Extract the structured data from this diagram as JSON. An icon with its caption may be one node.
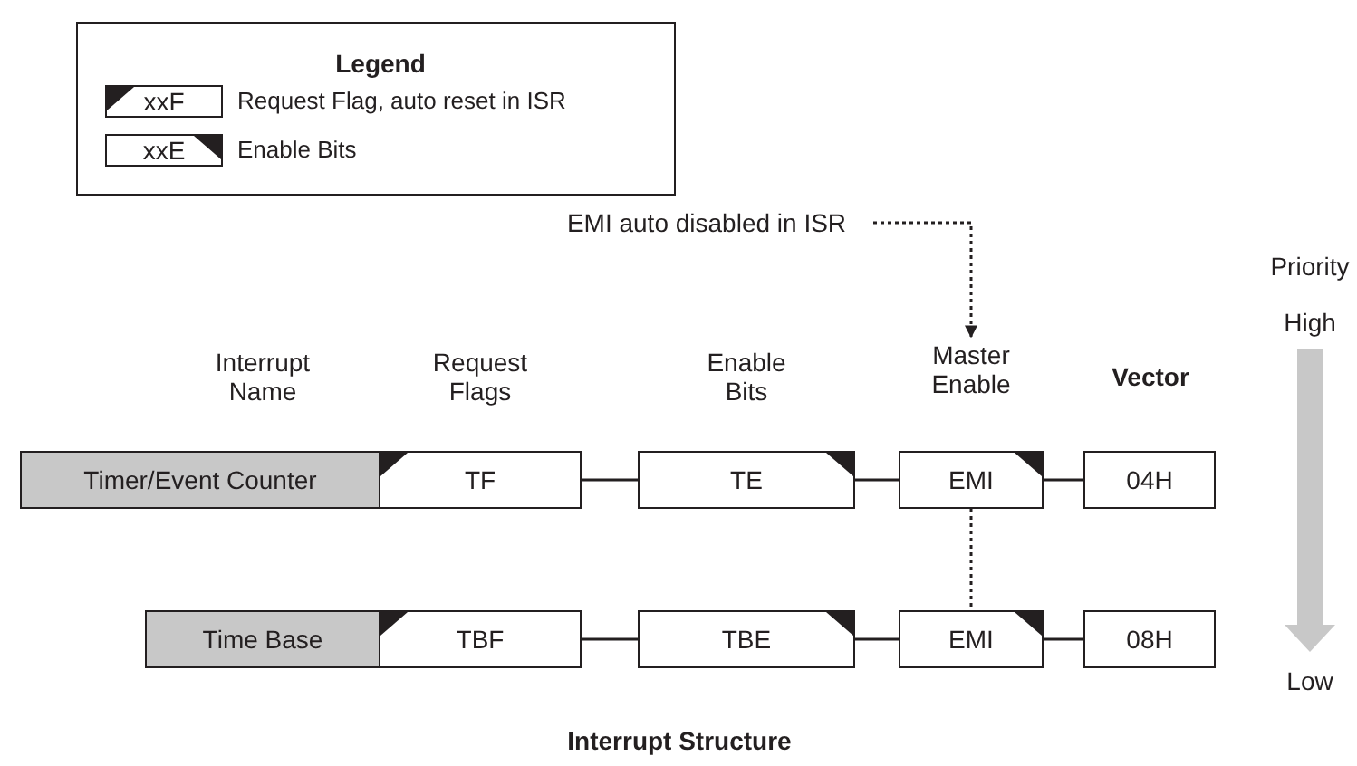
{
  "diagram": {
    "caption": "Interrupt Structure",
    "nodes": [
      {
        "text": [
          "EMI auto disabled in ISR"
        ]
      },
      {
        "text": [
          "Master Enable"
        ]
      },
      {
        "text": [
          "Timer/Event Counter"
        ]
      },
      {
        "text": [
          "TF"
        ]
      },
      {
        "text": [
          "TE"
        ]
      },
      {
        "text": [
          "EMI"
        ]
      },
      {
        "text": [
          "04H"
        ]
      },
      {
        "text": [
          "Time Base"
        ]
      },
      {
        "text": [
          "TBF"
        ]
      },
      {
        "text": [
          "TBE"
        ]
      },
      {
        "text": [
          "EMI"
        ]
      },
      {
        "text": [
          "08H"
        ]
      }
    ],
    "edges": [
      {
        "from": 0,
        "to": 1,
        "arrow": "to",
        "style": "dashed"
      },
      {
        "from": 3,
        "to": 4,
        "arrow": "none"
      },
      {
        "from": 4,
        "to": 5,
        "arrow": "none"
      },
      {
        "from": 5,
        "to": 6,
        "arrow": "none"
      },
      {
        "from": 8,
        "to": 9,
        "arrow": "none"
      },
      {
        "from": 9,
        "to": 10,
        "arrow": "none"
      },
      {
        "from": 10,
        "to": 11,
        "arrow": "none"
      },
      {
        "from": 5,
        "to": 10,
        "arrow": "none",
        "style": "dashed"
      }
    ],
    "labels": [
      "Legend",
      "xxF",
      "xxE",
      "Interrupt Name",
      "Request Flags",
      "Enable Bits",
      "Vector",
      "Priority",
      "High",
      "Low"
    ],
    "legend": [
      {
        "text": "Request Flag, auto reset in ISR"
      },
      {
        "text": "Enable Bits"
      }
    ]
  }
}
